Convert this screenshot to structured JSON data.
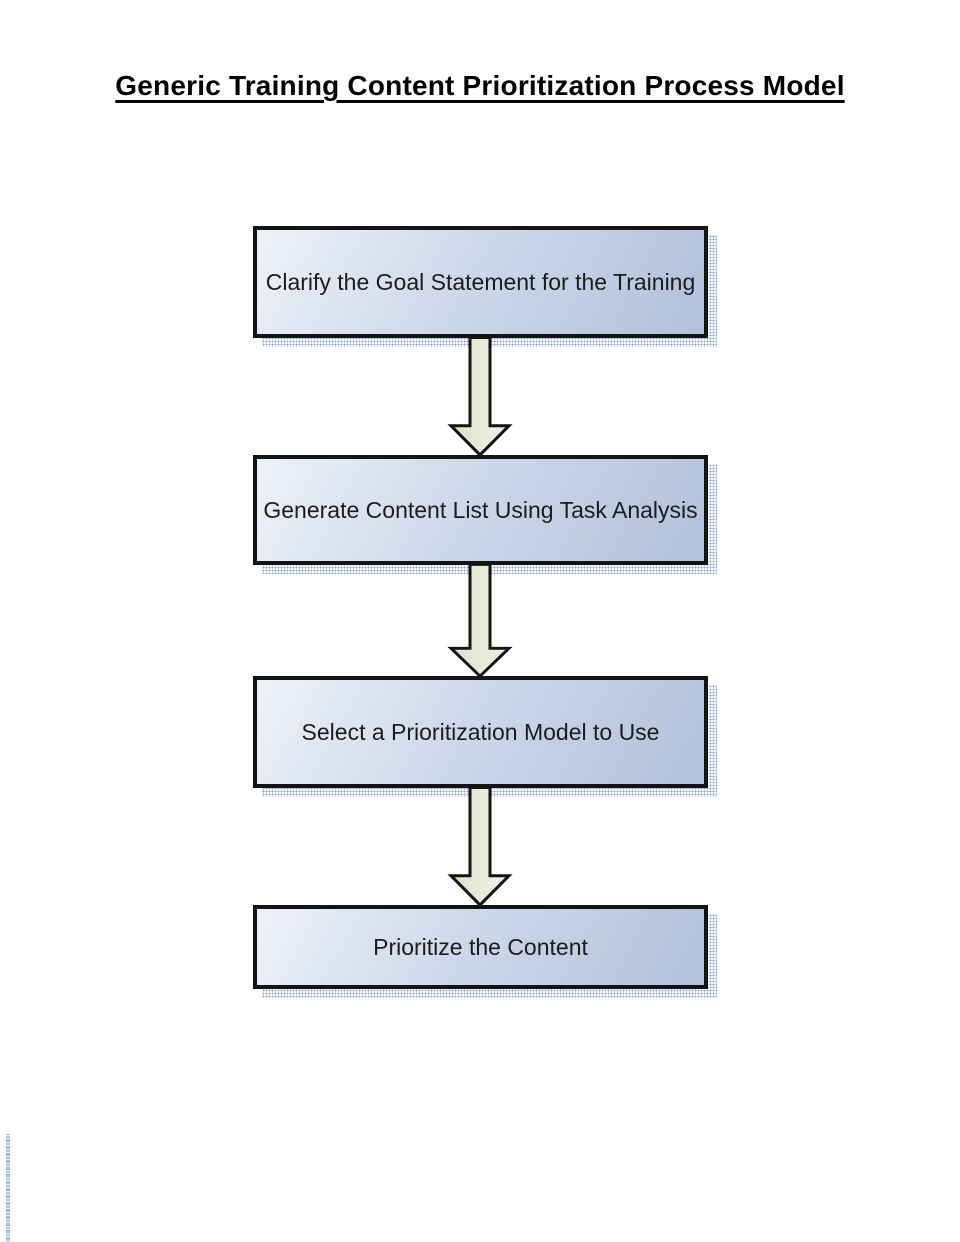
{
  "page": {
    "title": "Generic Training Content Prioritization Process Model"
  },
  "flowchart": {
    "boxes": [
      {
        "label": "Clarify the Goal Statement for the Training"
      },
      {
        "label": "Generate Content List Using Task Analysis"
      },
      {
        "label": "Select a Prioritization Model to Use"
      },
      {
        "label": "Prioritize the Content"
      }
    ],
    "connectors": [
      {
        "type": "block-arrow-down",
        "from": 0,
        "to": 1
      },
      {
        "type": "block-arrow-down",
        "from": 1,
        "to": 2
      },
      {
        "type": "block-arrow-down",
        "from": 2,
        "to": 3
      }
    ]
  },
  "colors": {
    "box_fill_light": "#eef2f9",
    "box_fill_mid": "#ccd7e9",
    "box_fill_dark": "#b1c1db",
    "box_border": "#141414",
    "arrow_fill_light": "#eef0e2",
    "arrow_fill_dark": "#dde0c8",
    "arrow_border": "#141414",
    "shadow_dot": "#8ea5c7",
    "title_color": "#000000",
    "box_text_color": "#1c1c1c",
    "microtext_color": "#9fb4d2"
  }
}
